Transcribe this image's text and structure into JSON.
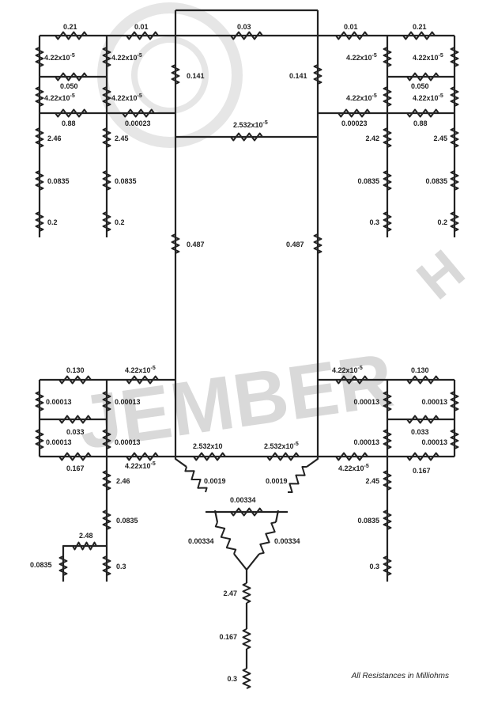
{
  "watermark": {
    "text": "JEMBER",
    "fragment": "H"
  },
  "network": {
    "top": {
      "left": "0.01",
      "center": "0.03",
      "right": "0.01"
    },
    "core": {
      "upper_left": "0.141",
      "upper_right": "0.141",
      "bridge": "2.532x10",
      "bridge_exp": "-5",
      "lower_left": "0.487",
      "lower_right": "0.487"
    },
    "upper_left_block": {
      "top_link": "0.21",
      "link_mid": "0.050",
      "link_low": "0.88",
      "cross_link": "0.00023",
      "ladder_a": "4.22x10",
      "ladder_a_exp": "-5",
      "ladder_b": "4.22x10",
      "ladder_b_exp": "-5",
      "ladder_c": "4.22x10",
      "ladder_c_exp": "-5",
      "ladder_d": "4.22x10",
      "ladder_d_exp": "-5",
      "outer_chain": [
        "2.46",
        "0.0835",
        "0.2"
      ],
      "inner_chain": [
        "2.45",
        "0.0835",
        "0.2"
      ]
    },
    "upper_right_block": {
      "top_link": "0.21",
      "link_mid": "0.050",
      "link_low": "0.88",
      "cross_link": "0.00023",
      "ladder_a": "4.22x10",
      "ladder_a_exp": "-5",
      "ladder_b": "4.22x10",
      "ladder_b_exp": "-5",
      "ladder_c": "4.22x10",
      "ladder_c_exp": "-5",
      "ladder_d": "4.22x10",
      "ladder_d_exp": "-5",
      "inner_chain": [
        "2.42",
        "0.0835",
        "0.3"
      ],
      "outer_chain": [
        "2.45",
        "0.0835",
        "0.2"
      ]
    },
    "lower_left_block": {
      "top_link": "0.130",
      "top_main": "4.22x10",
      "top_main_exp": "-5",
      "link_mid": "0.033",
      "bottom_link": "0.167",
      "bottom_main": "4.22x10",
      "bottom_main_exp": "-5",
      "ladder_a": "0.00013",
      "ladder_b": "0.00013",
      "ladder_c": "0.00013",
      "ladder_d": "0.00013",
      "chain": [
        "2.46",
        "0.0835",
        "0.3"
      ],
      "branch_link": "2.48",
      "branch_leg": "0.0835"
    },
    "lower_right_block": {
      "top_main": "4.22x10",
      "top_main_exp": "-5",
      "top_link": "0.130",
      "link_mid": "0.033",
      "bottom_main": "4.22x10",
      "bottom_main_exp": "-5",
      "bottom_link": "0.167",
      "ladder_a": "0.00013",
      "ladder_b": "0.00013",
      "ladder_c": "0.00013",
      "ladder_d": "0.00013",
      "chain": [
        "2.45",
        "0.0835",
        "0.3"
      ]
    },
    "bottom": {
      "bar_left": "2.532x10",
      "bar_right": "2.532x10",
      "bar_right_exp": "-5",
      "upper_left": "0.0019",
      "upper_right": "0.0019",
      "cross": "0.00334",
      "lower_left": "0.00334",
      "lower_right": "0.00334",
      "stem": [
        "2.47",
        "0.167",
        "0.3"
      ]
    }
  },
  "note": "All Resistances in Milliohms",
  "colors": {
    "wire": "#222222",
    "watermark": "#d9d9d9"
  }
}
